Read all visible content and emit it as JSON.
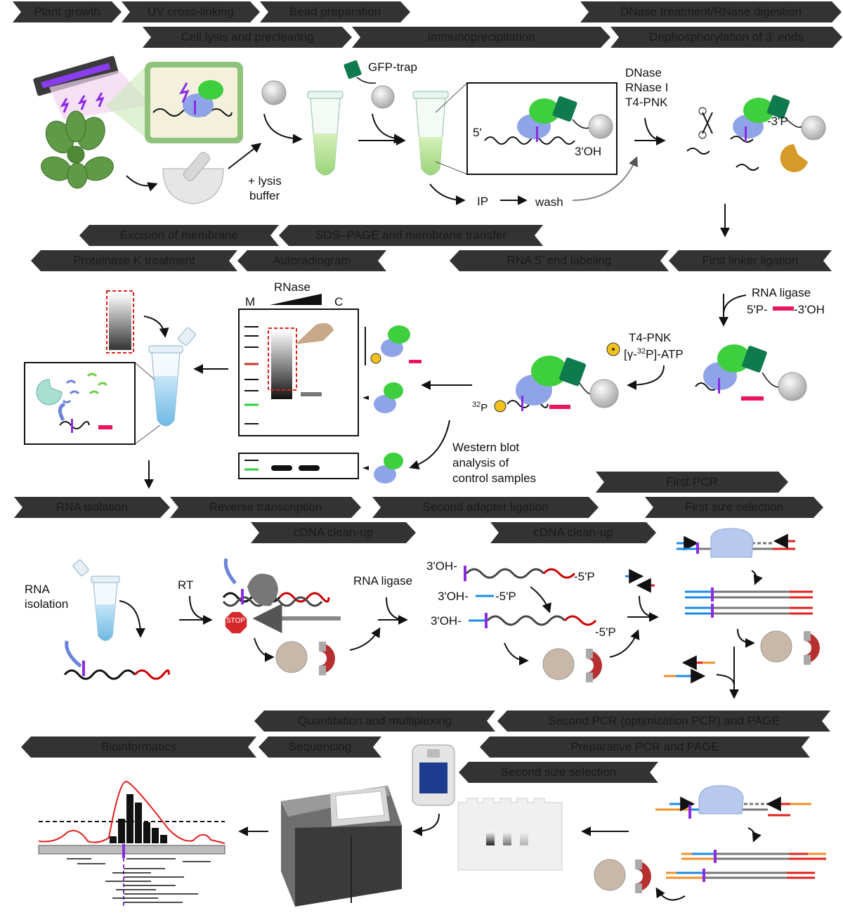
{
  "stages": {
    "plant_growth": "Plant growth",
    "uv_crosslinking": "UV cross-linking",
    "bead_preparation": "Bead preparation",
    "dnase_rnase": "DNase treatment/RNase digestion",
    "cell_lysis": "Cell lysis and preclearing",
    "immunoprecipitation": "Immunoprecipitation",
    "dephosphorylation": "Dephosphorylation of 3' ends",
    "excision_membrane": "Excision of membrane",
    "sds_page": "SDS–PAGE and membrane transfer",
    "proteinase_k": "Proteinase K treatment",
    "autoradiogram": "Autoradiogram",
    "rna_5_labeling": "RNA 5' end labeling",
    "first_linker": "First linker ligation",
    "first_pcr": "First PCR",
    "rna_isolation": "RNA isolation",
    "reverse_transcription": "Reverse transcription",
    "second_adapter": "Second adapter ligation",
    "first_size_selection": "First size selection",
    "cdna_cleanup_1": "cDNA clean-up",
    "cdna_cleanup_2": "cDNA clean-up",
    "quantitation": "Quantitation and multiplexing",
    "second_pcr": "Second PCR (optimization PCR) and PAGE",
    "bioinformatics": "Bioinformatics",
    "sequencing": "Sequencing",
    "preparative_pcr": "Preparative PCR and PAGE",
    "second_size_selection": "Second size selection"
  },
  "labels": {
    "gfp_trap": "GFP-trap",
    "lysis_buffer_1": "+ lysis",
    "lysis_buffer_2": "buffer",
    "five_prime": "5'",
    "three_oh": "3'OH",
    "ip": "IP",
    "wash": "wash",
    "dnase": "DNase",
    "rnase_i": "RNase I",
    "t4_pnk": "T4-PNK",
    "three_p": "-3'P",
    "rna_ligase": "RNA ligase",
    "linker_5p": "5'P-",
    "linker_3oh": "-3'OH",
    "t4_pnk_2": "T4-PNK",
    "atp_label": "[γ-32P]-ATP",
    "p32": "32P",
    "gel_m": "M",
    "gel_rnase": "RNase",
    "gel_c": "C",
    "western_1": "Western blot",
    "western_2": "analysis of",
    "western_3": "control samples",
    "rna_isolation_1": "RNA",
    "rna_isolation_2": "isolation",
    "rt": "RT",
    "stop": "STOP",
    "rna_ligase_2": "RNA ligase",
    "oh_top": "3'OH-",
    "p5_top": "-5'P",
    "oh_mid": "3'OH-",
    "p5_mid": "-5'P",
    "oh_bot": "3'OH-",
    "p5_bot": "-5'P"
  },
  "colors": {
    "stage_fill": "#d4d4d4",
    "purple": "#8a2be2",
    "red_linker": "#e8175d",
    "green_protein": "#3ecf3e",
    "dark_green_trap": "#0f7a4e",
    "blue_protein": "#8fa4e8",
    "primer_blue": "#1e88e5",
    "primer_red": "#e0201b",
    "primer_orange": "#f0902a",
    "uv_purple": "#7a2ad6"
  }
}
